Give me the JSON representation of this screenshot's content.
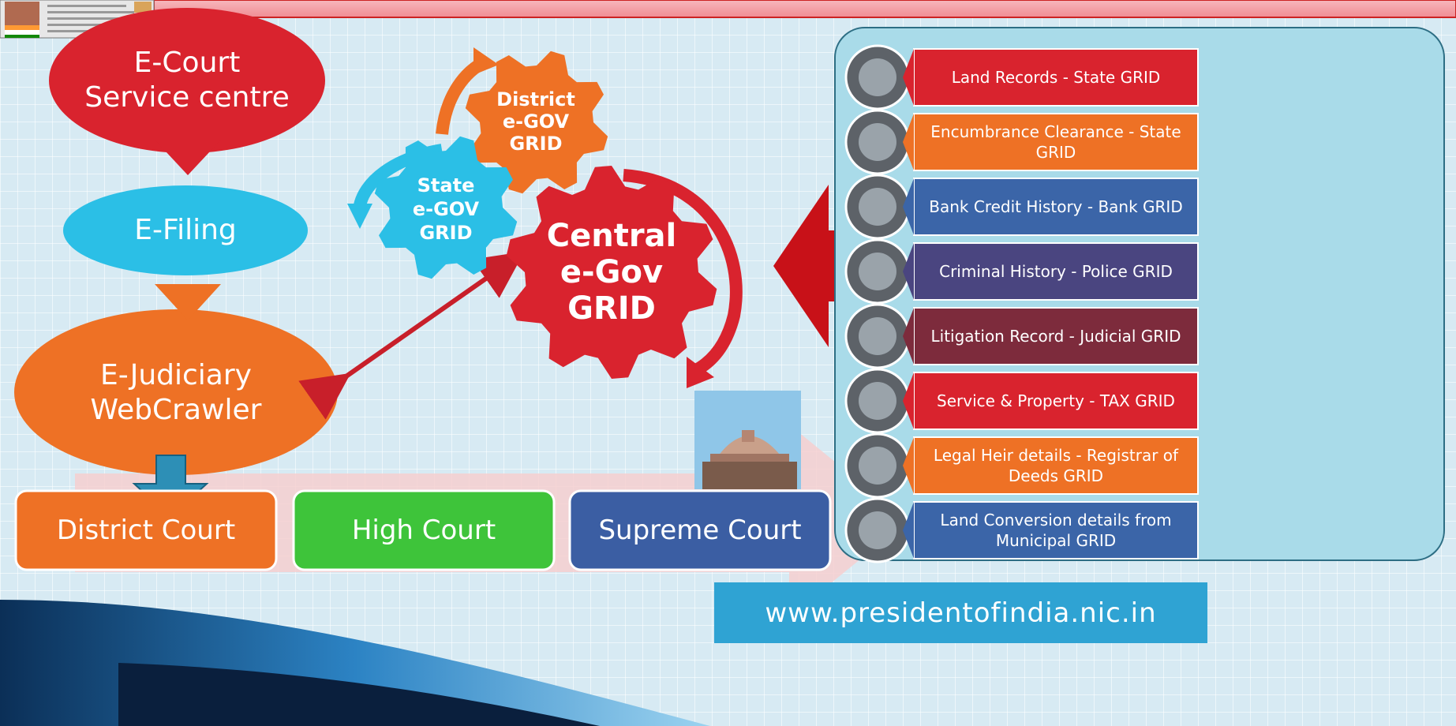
{
  "flow": {
    "ecourt": "E-Court\nService centre",
    "efiling": "E-Filing",
    "ejudiciary": "E-Judiciary\nWebCrawler"
  },
  "gears": {
    "district": "District\ne-GOV\nGRID",
    "state": "State\ne-GOV\nGRID",
    "central": "Central\ne-Gov\nGRID"
  },
  "courts": [
    "District Court",
    "High Court",
    "Supreme Court"
  ],
  "panel_items": [
    {
      "label": "Land Records - State GRID",
      "color": "#d9232e"
    },
    {
      "label": "Encumbrance Clearance - State GRID",
      "color": "#ee7125"
    },
    {
      "label": "Bank Credit History - Bank GRID",
      "color": "#3b65a8"
    },
    {
      "label": "Criminal History  - Police GRID",
      "color": "#4a4580"
    },
    {
      "label": "Litigation Record - Judicial GRID",
      "color": "#7d2b3c"
    },
    {
      "label": "Service & Property - TAX GRID",
      "color": "#d9232e"
    },
    {
      "label": "Legal Heir details - Registrar of Deeds GRID",
      "color": "#ee7125"
    },
    {
      "label": "Land Conversion details from Municipal GRID",
      "color": "#3b65a8"
    }
  ],
  "website": "www.presidentofindia.nic.in",
  "colors": {
    "red": "#d9232e",
    "orange": "#ee7125",
    "cyan": "#2bbfe6",
    "green": "#3ec43a",
    "navy": "#3b5ea3",
    "panel_bg": "#a9dbe9"
  }
}
